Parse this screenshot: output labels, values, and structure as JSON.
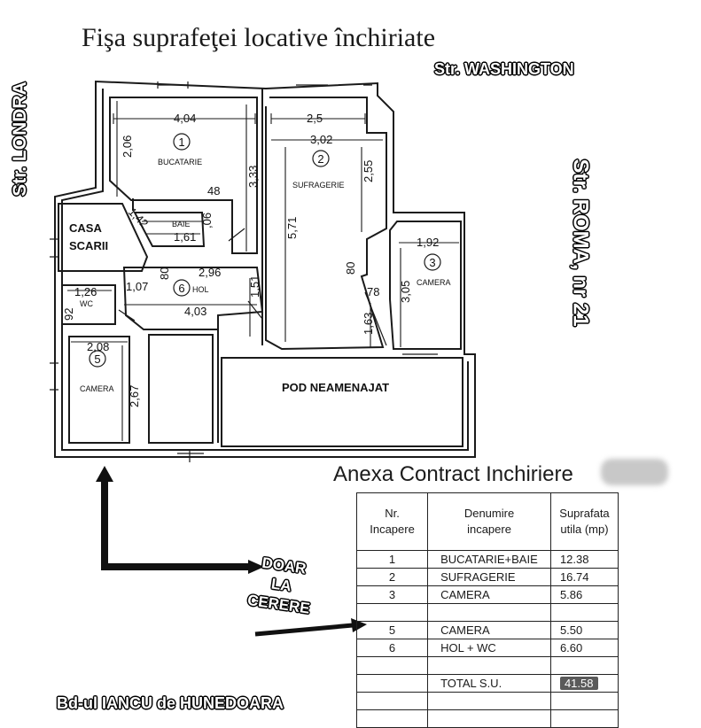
{
  "title": "Fişa suprafeţei locative închiriate",
  "streets": {
    "north": "Str. WASHINGTON",
    "west": "Str. LONDRA",
    "east": "Str. ROMA, nr 21",
    "south": "Bd-ul IANCU de HUNEDOARA"
  },
  "plan": {
    "rooms": {
      "r1_num": "1",
      "r1_name": "BUCATARIE",
      "r2_num": "2",
      "r2_name": "SUFRAGERIE",
      "r3_num": "3",
      "r3_name": "CAMERA",
      "r5_num": "5",
      "r5_name": "CAMERA",
      "r6_num": "6",
      "r6_name": "HOL",
      "baie": "BAIE",
      "wc": "WC",
      "casa_scarii_1": "CASA",
      "casa_scarii_2": "SCARII",
      "pod": "POD NEAMENAJAT"
    },
    "dims": {
      "d404": "4,04",
      "d25": "2,5",
      "d302": "3,02",
      "d206": "2,06",
      "d333": "3,33",
      "d255": "2,55",
      "d48": "48",
      "d142": "1,42",
      "d06": ",06",
      "d161": "1,61",
      "d571": "5,71",
      "d192": "1,92",
      "d305": "3,05",
      "d80": "80",
      "d78": "78",
      "d296": "2,96",
      "d80b": "80",
      "d126": "1,26",
      "d107": "1,07",
      "d92": "92",
      "d151": "1,51",
      "d403": "4,03",
      "d163": "1,63",
      "d208": "2,08",
      "d267": "2,67"
    }
  },
  "annex": {
    "title": "Anexa Contract Inchiriere",
    "headers": {
      "nr_1": "Nr.",
      "nr_2": "Incapere",
      "den_1": "Denumire",
      "den_2": "incapere",
      "sup_1": "Suprafata",
      "sup_2": "utila (mp)"
    },
    "rows": [
      {
        "nr": "1",
        "name": "BUCATARIE+BAIE",
        "area": "12.38"
      },
      {
        "nr": "2",
        "name": "SUFRAGERIE",
        "area": "16.74"
      },
      {
        "nr": "3",
        "name": "CAMERA",
        "area": "5.86"
      },
      {
        "nr": "",
        "name": "",
        "area": ""
      },
      {
        "nr": "5",
        "name": "CAMERA",
        "area": "5.50"
      },
      {
        "nr": "6",
        "name": "HOL + WC",
        "area": "6.60"
      },
      {
        "nr": "",
        "name": "",
        "area": ""
      },
      {
        "nr": "",
        "name": "TOTAL S.U.",
        "area": "41.58"
      },
      {
        "nr": "",
        "name": "",
        "area": ""
      },
      {
        "nr": "",
        "name": "",
        "area": ""
      }
    ]
  },
  "callout": {
    "line1": "DOAR",
    "line2": "LA",
    "line3": "CERERE"
  }
}
